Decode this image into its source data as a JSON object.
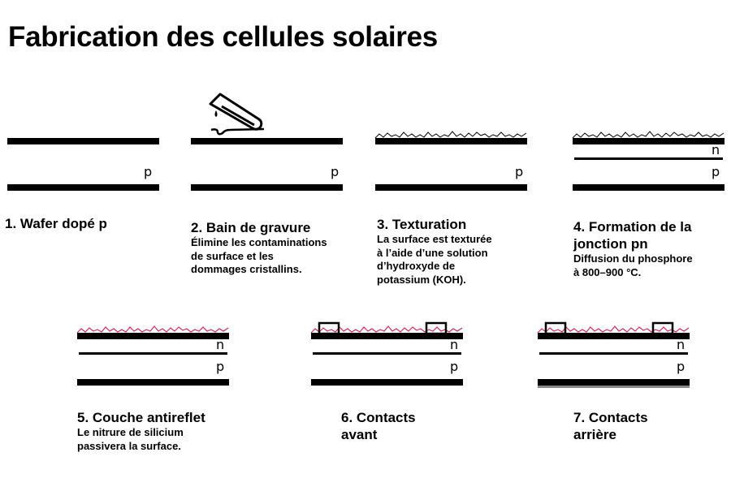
{
  "title": "Fabrication des cellules solaires",
  "colors": {
    "ink": "#000000",
    "antireflection": "#d6245a",
    "back_contact": "#888888",
    "background": "#ffffff"
  },
  "layer_labels": {
    "p": "p",
    "n": "n"
  },
  "steps": [
    {
      "number": "1",
      "heading": "1. Wafer dopé p",
      "desc": []
    },
    {
      "number": "2",
      "heading": "2. Bain de gravure",
      "desc": [
        "Élimine les contaminations",
        "de surface et les",
        "dommages cristallins."
      ],
      "icon": "test-tube-pouring-icon"
    },
    {
      "number": "3",
      "heading": "3. Texturation",
      "desc": [
        "La surface est texturée",
        "à l’aide d’une solution",
        "d’hydroxyde de",
        "potassium (KOH)."
      ]
    },
    {
      "number": "4",
      "heading_lines": [
        "4. Formation de la",
        "jonction pn"
      ],
      "desc": [
        "Diffusion du phosphore",
        "à 800–900 °C."
      ]
    },
    {
      "number": "5",
      "heading": "5. Couche antireflet",
      "desc": [
        "Le nitrure de silicium",
        "passivera la surface."
      ]
    },
    {
      "number": "6",
      "heading_lines": [
        "6. Contacts",
        "avant"
      ],
      "desc": []
    },
    {
      "number": "7",
      "heading_lines": [
        "7. Contacts",
        "arrière"
      ],
      "desc": []
    }
  ]
}
